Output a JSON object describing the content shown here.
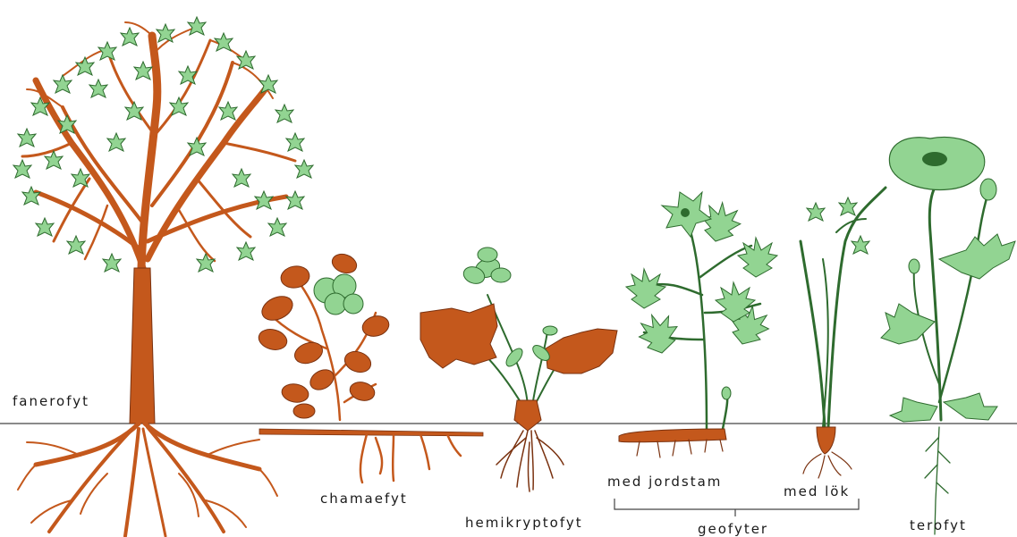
{
  "colors": {
    "stem": "#c4581c",
    "stem_stroke": "#7a3210",
    "leaf": "#92d492",
    "leaf_stroke": "#2e6b2e",
    "line": "#444444",
    "text": "#1a1a1a"
  },
  "labels": {
    "fanerofyt": "fanerofyt",
    "chamaefyt": "chamaefyt",
    "hemikryptofyt": "hemikryptofyt",
    "med_jordstam": "med jordstam",
    "med_lok": "med lök",
    "geofyter": "geofyter",
    "terofyt": "terofyt"
  }
}
